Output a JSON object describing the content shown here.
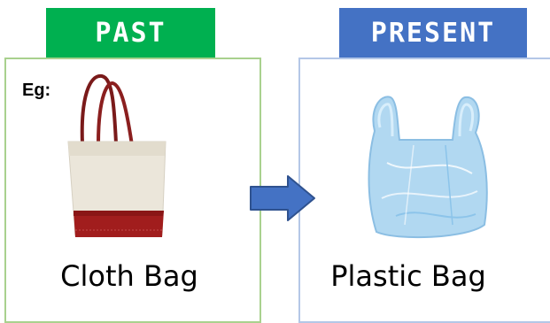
{
  "past": {
    "header": "PAST",
    "example_label": "Eg:",
    "caption": "Cloth Bag",
    "image_icon": "cloth-bag-icon"
  },
  "present": {
    "header": "PRESENT",
    "caption": "Plastic Bag",
    "image_icon": "plastic-bag-icon"
  },
  "arrow_icon": "right-arrow-icon",
  "colors": {
    "past_header": "#00b050",
    "present_header": "#4472c4",
    "past_border": "#a9d18e",
    "present_border": "#b4c7e7",
    "arrow": "#4472c4"
  }
}
